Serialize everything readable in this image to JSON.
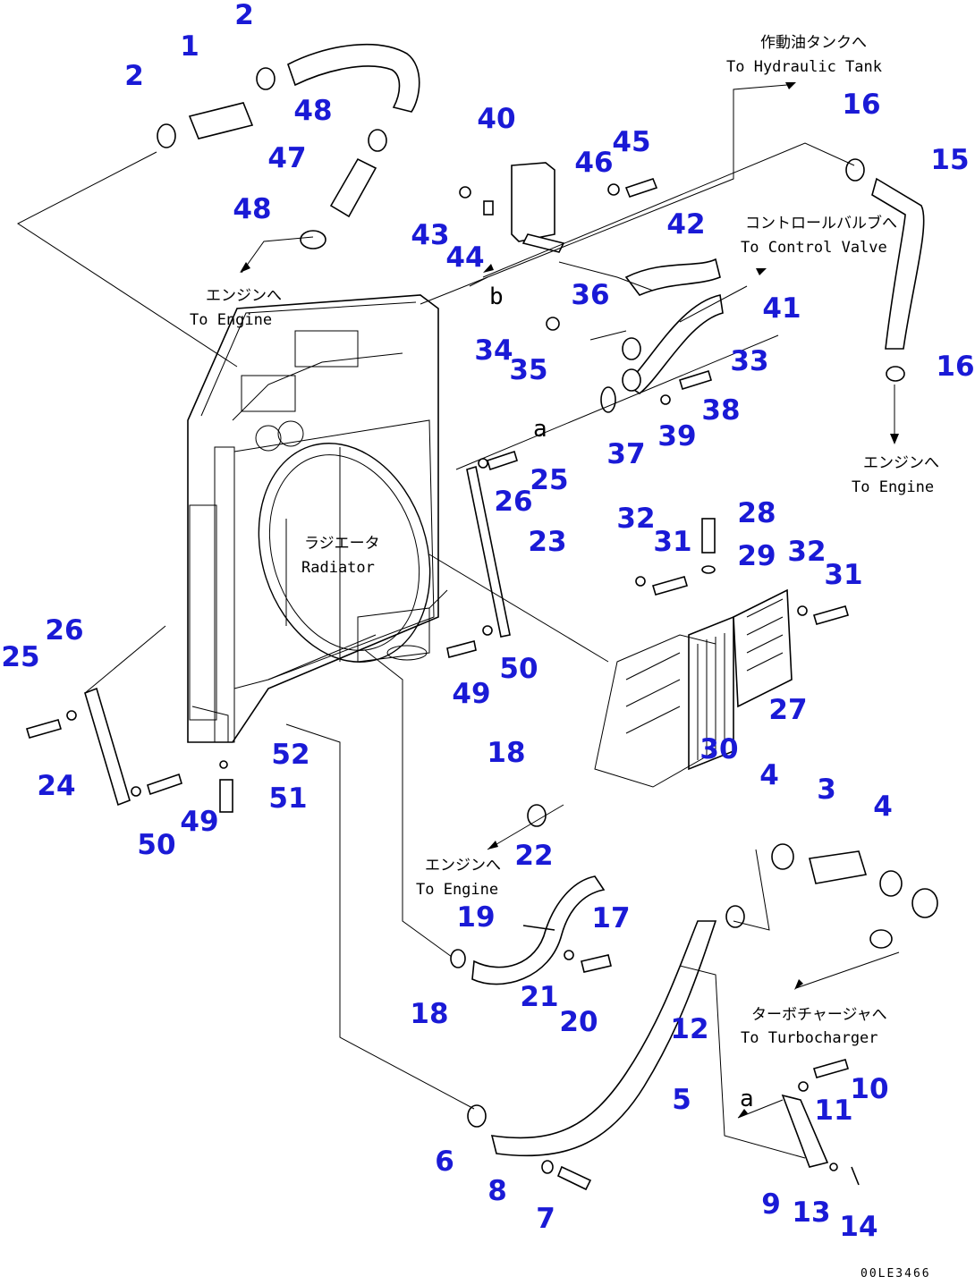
{
  "diagram": {
    "drawing_code": "00LE3466",
    "part_numbers": [
      "1",
      "2",
      "2",
      "3",
      "4",
      "4",
      "5",
      "6",
      "7",
      "8",
      "9",
      "10",
      "11",
      "12",
      "13",
      "14",
      "15",
      "16",
      "16",
      "17",
      "18",
      "18",
      "19",
      "20",
      "21",
      "22",
      "23",
      "24",
      "25",
      "25",
      "26",
      "26",
      "27",
      "28",
      "29",
      "30",
      "31",
      "31",
      "32",
      "32",
      "33",
      "34",
      "35",
      "36",
      "37",
      "38",
      "39",
      "40",
      "41",
      "42",
      "43",
      "44",
      "45",
      "46",
      "47",
      "48",
      "48",
      "49",
      "49",
      "50",
      "50",
      "51",
      "52"
    ],
    "annotations": [
      {
        "jp": "作動油タンクへ",
        "en": "To Hydraulic Tank"
      },
      {
        "jp": "コントロールバルブへ",
        "en": "To Control Valve"
      },
      {
        "jp": "エンジンへ",
        "en": "To Engine"
      },
      {
        "jp": "エンジンへ",
        "en": "To Engine"
      },
      {
        "jp": "エンジンへ",
        "en": "To Engine"
      },
      {
        "jp": "ラジエータ",
        "en": "Radiator"
      },
      {
        "jp": "ターボチャージャへ",
        "en": "To Turbocharger"
      }
    ],
    "section_marks": [
      "a",
      "a",
      "b"
    ]
  }
}
